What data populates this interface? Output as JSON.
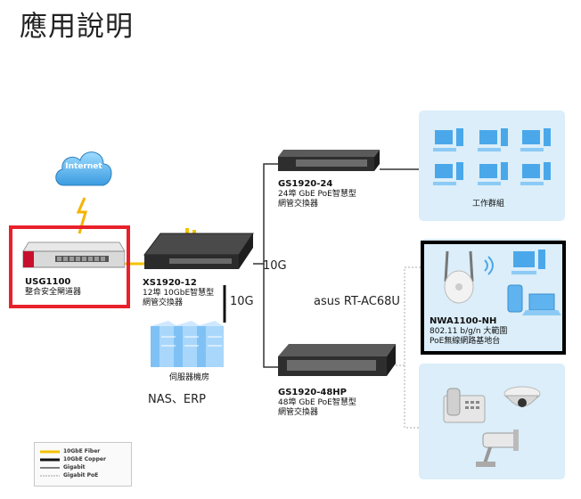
{
  "title": "應用說明",
  "cloud": {
    "label": "Internet"
  },
  "devices": {
    "usg": {
      "name": "USG1100",
      "desc": "整合安全閘道器"
    },
    "xs": {
      "name": "XS1920-12",
      "desc1": "12埠 10GbE智慧型",
      "desc2": "網管交換器"
    },
    "gs24": {
      "name": "GS1920-24",
      "desc1": "24埠 GbE PoE智慧型",
      "desc2": "網管交換器"
    },
    "gs48": {
      "name": "GS1920-48HP",
      "desc1": "48埠 GbE PoE智慧型",
      "desc2": "網管交換器"
    },
    "nwa": {
      "name": "NWA1100-NH",
      "desc1": "802.11 b/g/n 大範圍",
      "desc2": "PoE無線網路基地台"
    },
    "server": {
      "label": "伺服器機房"
    },
    "workgroup": {
      "label": "工作群組"
    }
  },
  "annotations": {
    "link_10g_top": "10G",
    "link_10g_bottom": "10G",
    "router": "asus RT-AC68U",
    "nas": "NAS、ERP"
  },
  "legend": [
    {
      "label": "10GbE Fiber",
      "color": "#f2c200"
    },
    {
      "label": "10GbE Copper",
      "color": "#111111"
    },
    {
      "label": "Gigabit",
      "color": "#555555"
    },
    {
      "label": "Gigabit PoE",
      "color": "#bbbbbb"
    }
  ],
  "colors": {
    "highlight_red": "#e8202a",
    "highlight_black": "#000000",
    "panel_blue": "#dbeef9"
  }
}
